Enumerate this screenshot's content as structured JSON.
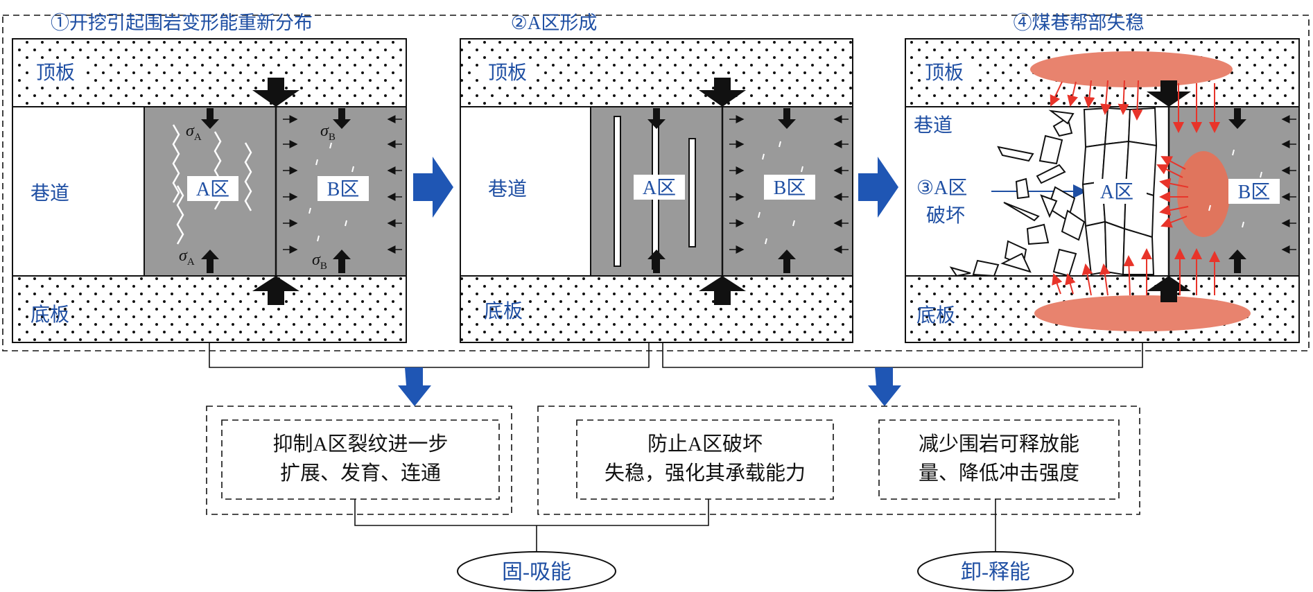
{
  "panels": [
    {
      "title": "①开挖引起围岩变形能重新分布",
      "roof": "顶板",
      "floor": "底板",
      "roadway": "巷道",
      "zone_a": "A区",
      "zone_b": "B区"
    },
    {
      "title": "②A区形成",
      "roof": "顶板",
      "floor": "底板",
      "roadway": "巷道",
      "zone_a": "A区",
      "zone_b": "B区"
    },
    {
      "title": "④煤巷帮部失稳",
      "roof": "顶板",
      "floor": "底板",
      "roadway": "巷道",
      "zone_a": "A区",
      "zone_b": "B区",
      "failure_line1": "③A区",
      "failure_line2": "破坏"
    }
  ],
  "stress_labels": {
    "sigma": "σ",
    "sub_a": "A",
    "sub_b": "B"
  },
  "colors": {
    "text_blue": "#1f4fa3",
    "coal_gray": "#9a9a9a",
    "arrow_blue": "#1f56b4",
    "energy_red": "#e8836e",
    "force_red": "#e8342a"
  },
  "boxes": {
    "inhibit": {
      "line1": "抑制A区裂纹进一步",
      "line2": "扩展、发育、连通"
    },
    "prevent": {
      "line1": "防止A区破坏",
      "line2": "失稳，强化其承载能力"
    },
    "reduce": {
      "line1": "减少围岩可释放能",
      "line2": "量、降低冲击强度"
    }
  },
  "ovals": {
    "solid_absorb": "固-吸能",
    "unload_release": "卸-释能"
  }
}
